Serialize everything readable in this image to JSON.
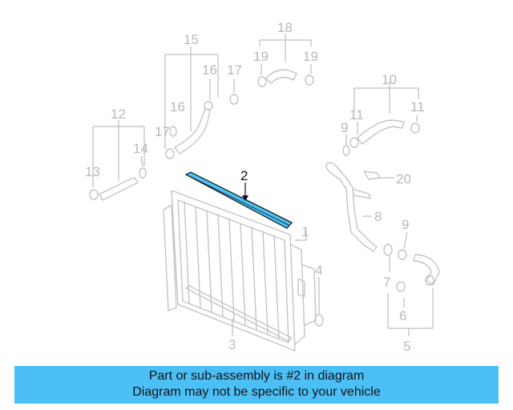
{
  "diagram": {
    "callouts": [
      "1",
      "2",
      "3",
      "4",
      "5",
      "6",
      "7",
      "8",
      "9",
      "10",
      "11",
      "12",
      "13",
      "14",
      "15",
      "16",
      "17",
      "18",
      "19",
      "20"
    ],
    "highlight_part": "2",
    "highlight_color": "#4cc0f6",
    "part_color": "#c4c4c4",
    "label_color": "#b8b8b8"
  },
  "footer": {
    "line1": "Part or sub-assembly is #2 in diagram",
    "line2": "Diagram may not be specific to your vehicle",
    "background": "#4cc0f6"
  }
}
